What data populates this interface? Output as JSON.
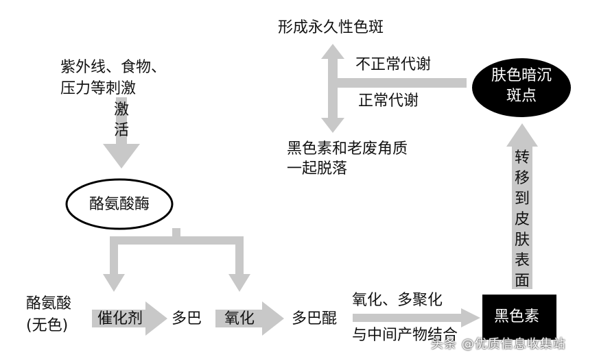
{
  "colors": {
    "arrow": "#c8c8c8",
    "node_dark": "#000000",
    "background": "#ffffff"
  },
  "labels": {
    "trigger_line1": "紫外线、食物、",
    "trigger_line2": "压力等刺激",
    "activate": "激活",
    "enzyme": "酪氨酸酶",
    "tyrosine": "酪氨酸",
    "colorless": "(无色)",
    "catalyst": "催化剂",
    "dopa": "多巴",
    "oxidation": "氧化",
    "dopaquinone": "多巴醌",
    "oxidation_polymerization": "氧化、多聚化",
    "combine_intermediate": "与中间产物结合",
    "melanin": "黑色素",
    "transfer_to_skin": "转移到皮肤表面",
    "dark_spots": "肤色暗沉斑点",
    "abnormal_metabolism": "不正常代谢",
    "normal_metabolism": "正常代谢",
    "permanent_spots": "形成永久性色斑",
    "shed_line1": "黑色素和老废角质",
    "shed_line2": "一起脱落"
  },
  "watermark": "头条 @优质信息收集站"
}
